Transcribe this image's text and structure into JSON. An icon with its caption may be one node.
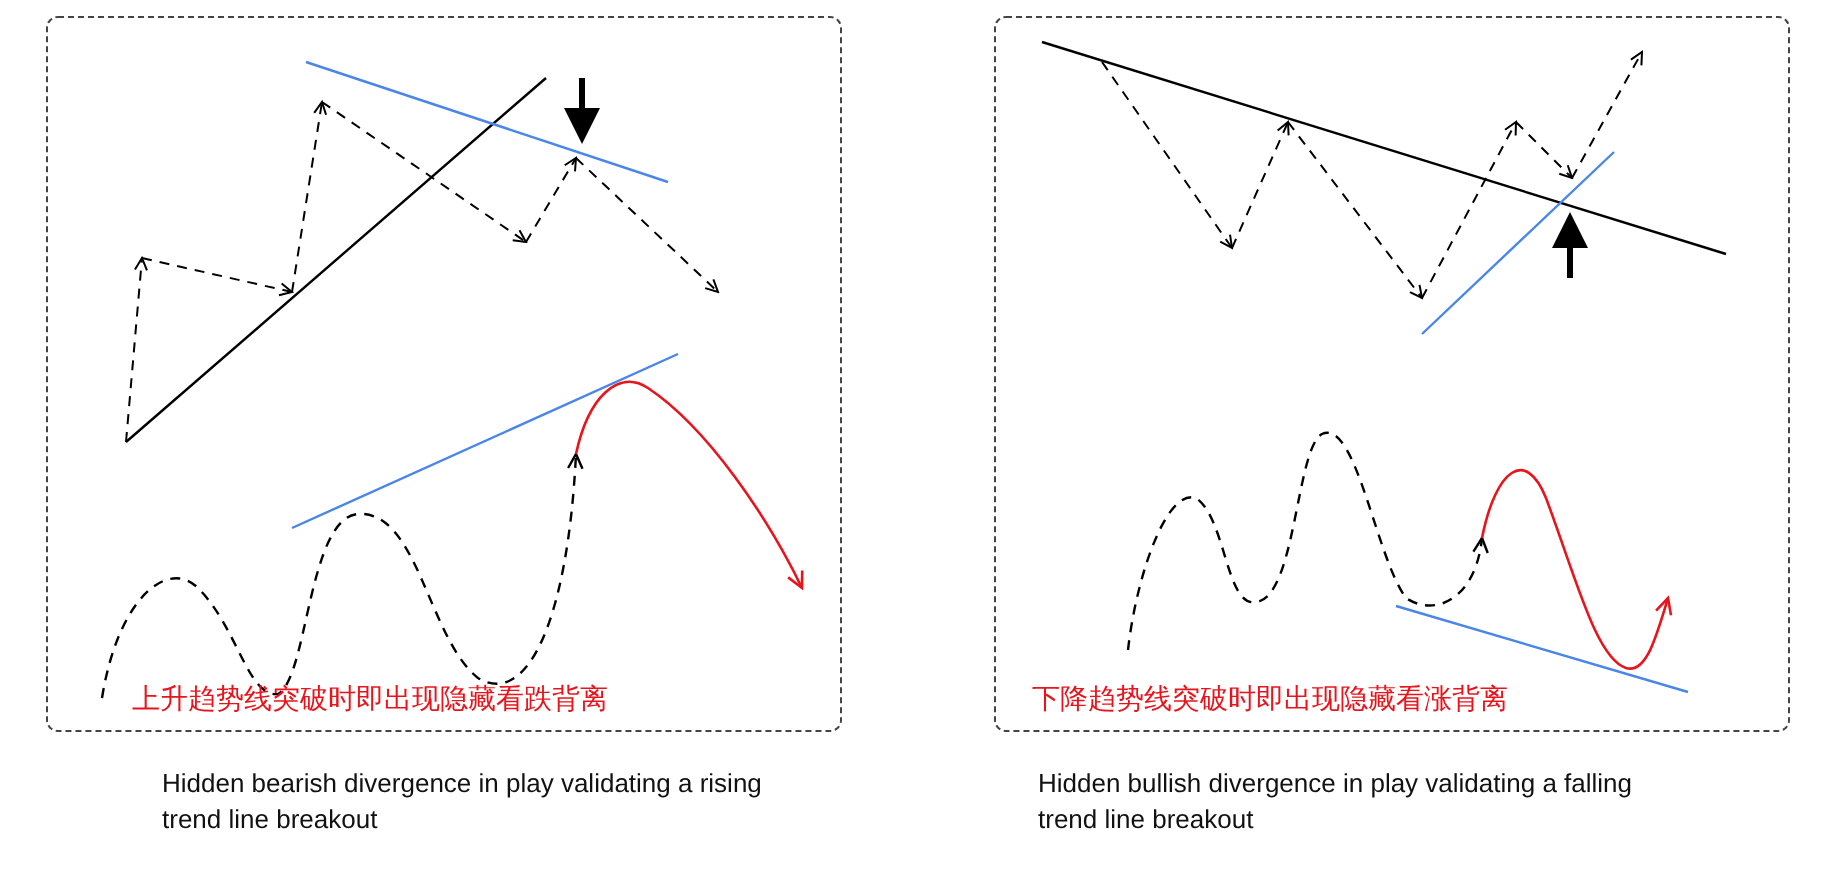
{
  "diagram": {
    "nodes": [
      {
        "text": [
          "上升趋势线突破时即出现隐藏看跌背离"
        ],
        "beside": [
          "Hidden bearish divergence in play validating a rising trend line breakout"
        ]
      },
      {
        "text": [
          "下降趋势线突破时即出现隐藏看涨背离"
        ],
        "beside": [
          "Hidden bullish divergence in play validating a falling trend line breakout"
        ]
      }
    ]
  }
}
